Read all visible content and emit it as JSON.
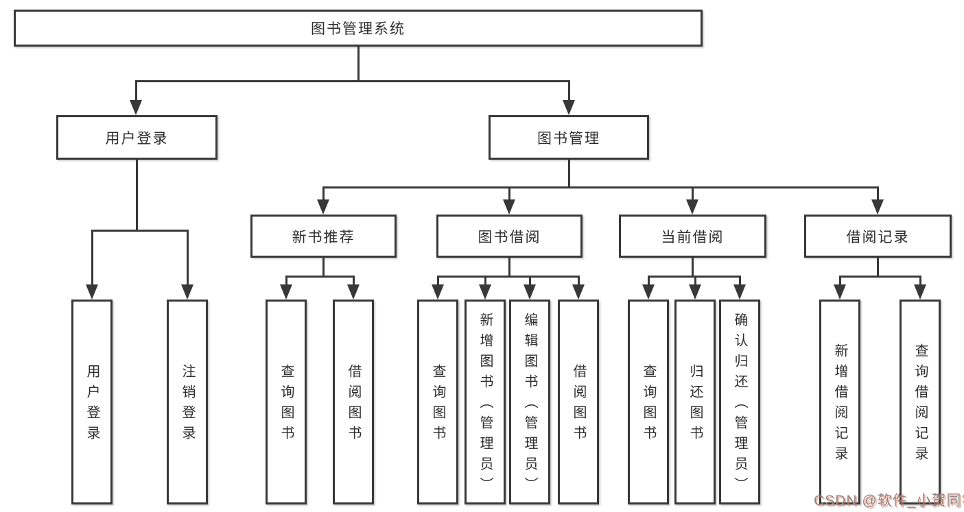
{
  "diagram": {
    "root": {
      "label": "图书管理系统"
    },
    "level1": [
      {
        "label": "用户登录"
      },
      {
        "label": "图书管理"
      }
    ],
    "level2": [
      {
        "label": "新书推荐"
      },
      {
        "label": "图书借阅"
      },
      {
        "label": "当前借阅"
      },
      {
        "label": "借阅记录"
      }
    ],
    "leaves": [
      {
        "label": "用户登录"
      },
      {
        "label": "注销登录"
      },
      {
        "label": "查询图书"
      },
      {
        "label": "借阅图书"
      },
      {
        "label": "查询图书"
      },
      {
        "label": "新增图书（管理员）"
      },
      {
        "label": "编辑图书（管理员）"
      },
      {
        "label": "借阅图书"
      },
      {
        "label": "查询图书"
      },
      {
        "label": "归还图书"
      },
      {
        "label": "确认归还（管理员）"
      },
      {
        "label": "新增借阅记录"
      },
      {
        "label": "查询借阅记录"
      }
    ]
  },
  "watermark": {
    "text": "CSDN @软件_小贺同学"
  },
  "colors": {
    "line": "#383838",
    "box_background": "#ffffff",
    "watermark_gray": "#8a8a8a",
    "watermark_red": "#fc5531"
  }
}
